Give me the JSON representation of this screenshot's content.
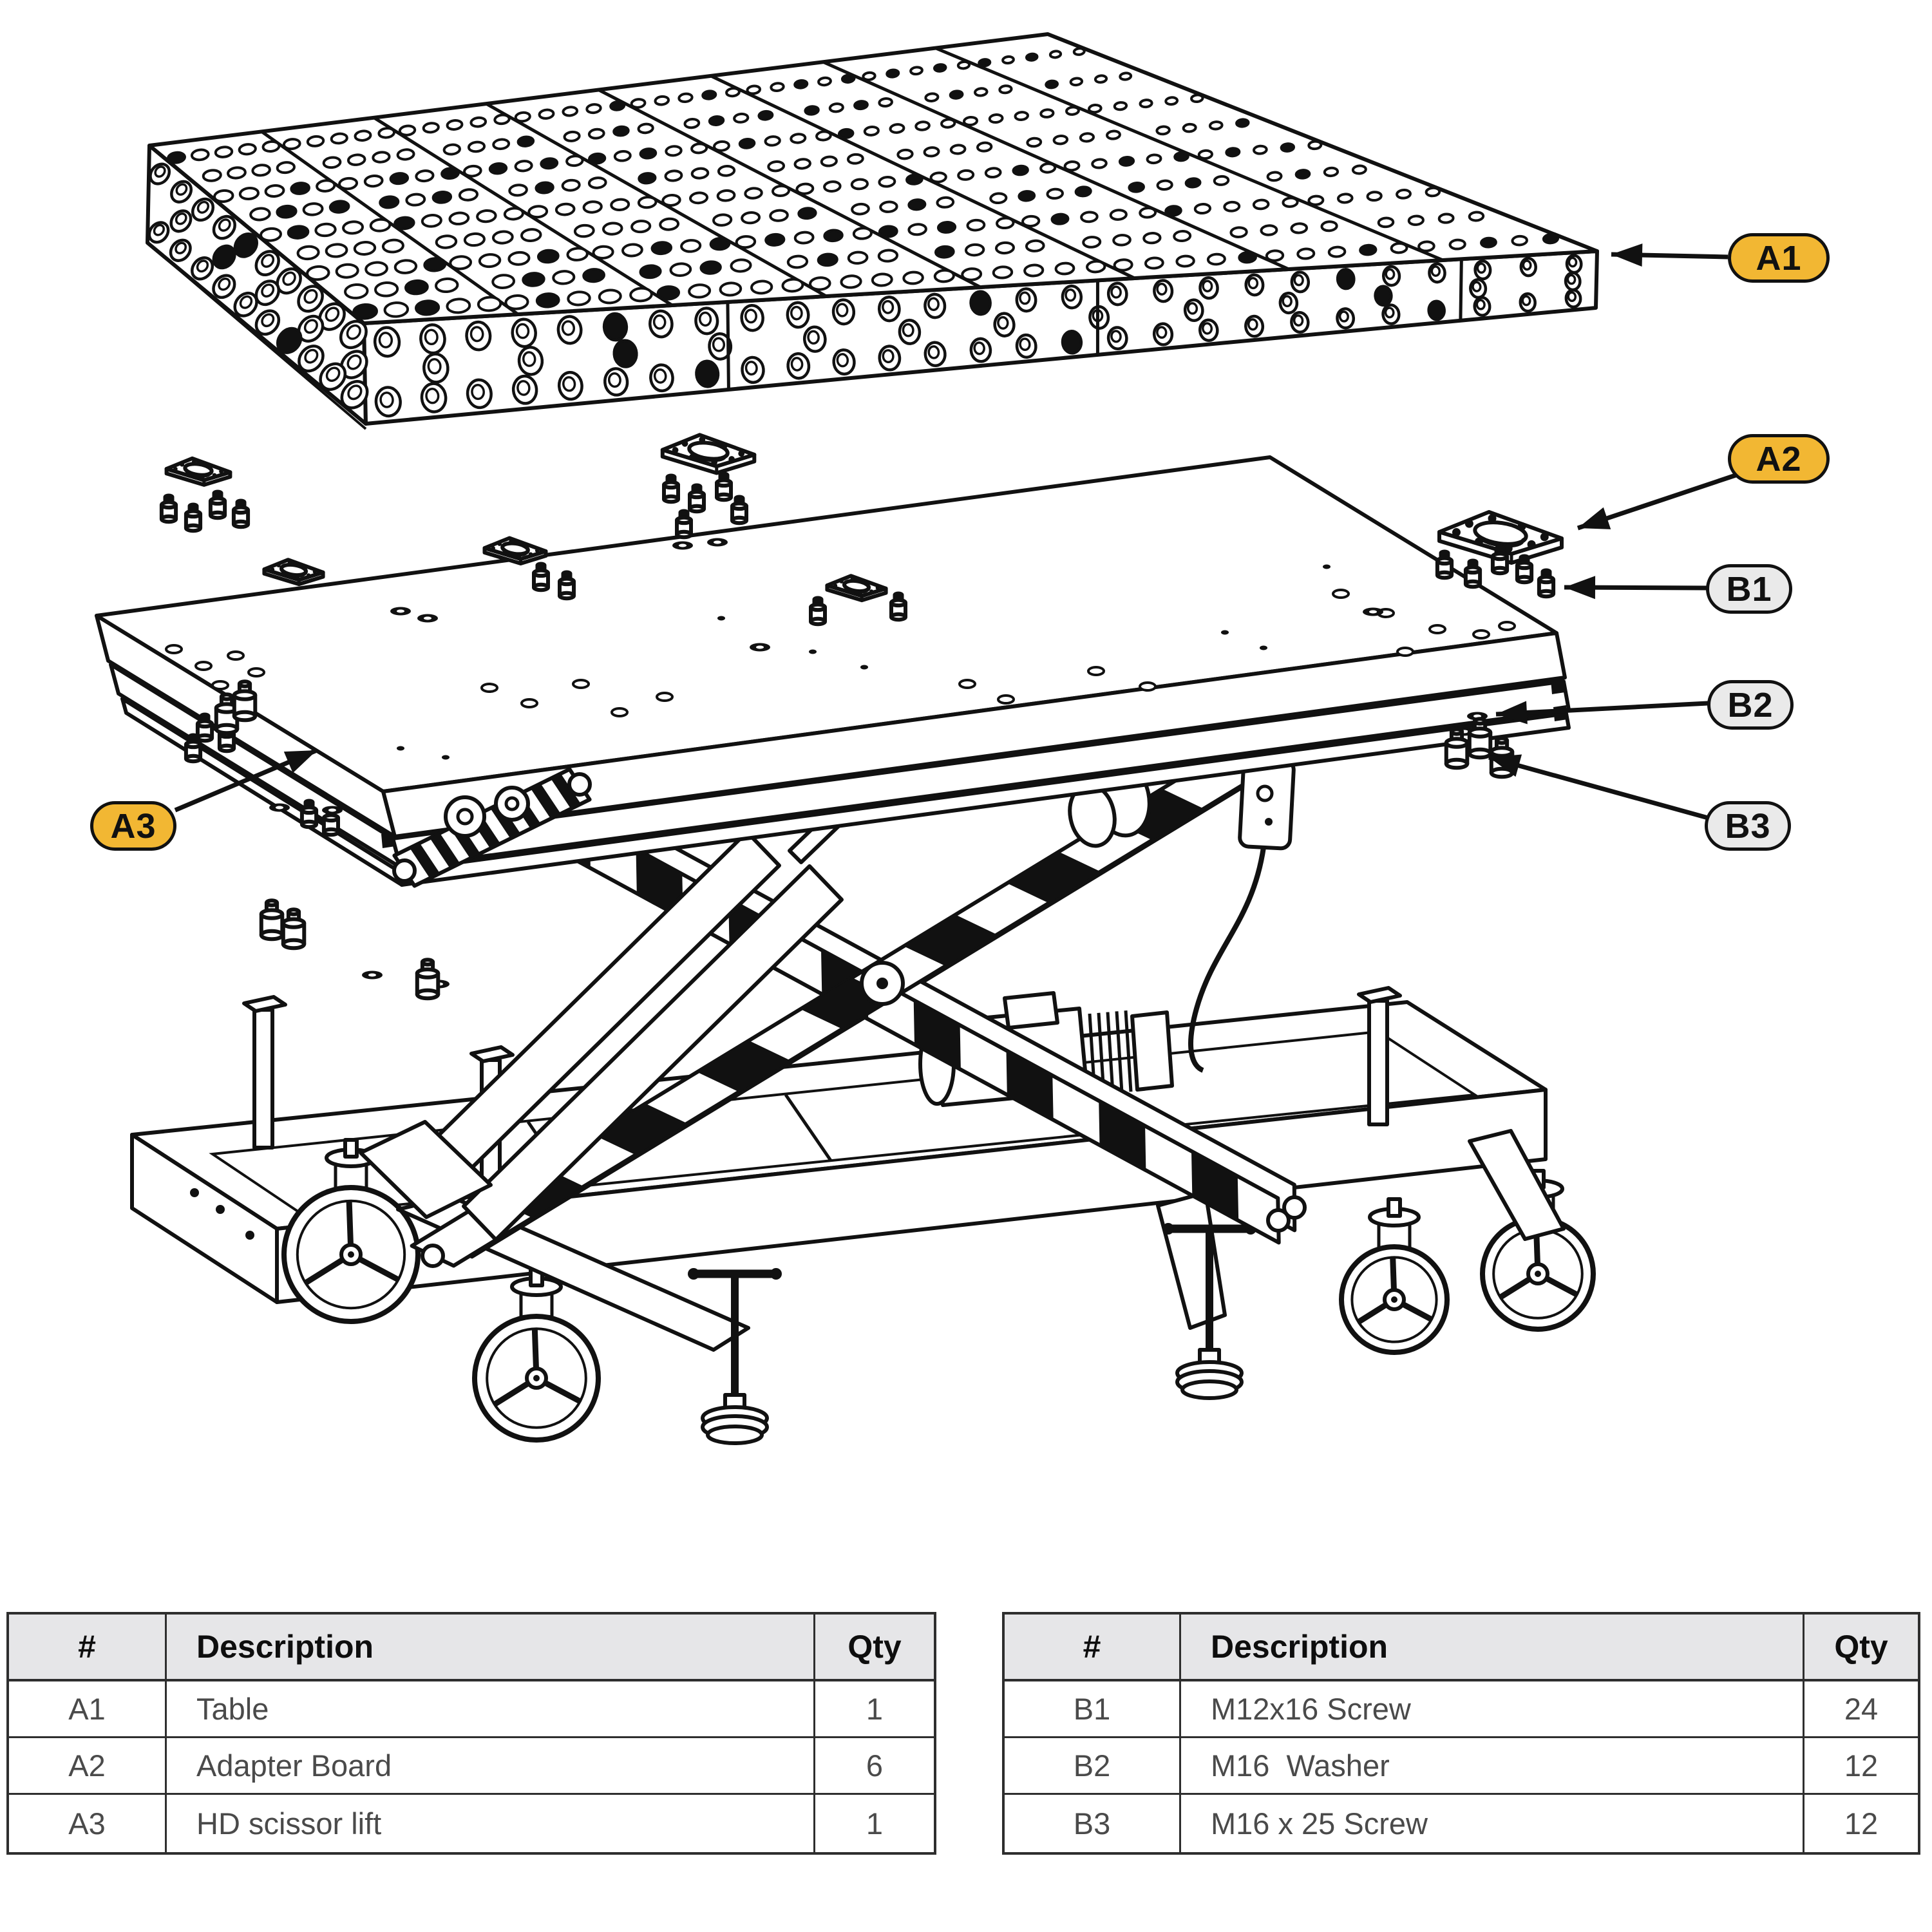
{
  "callouts": {
    "a1": {
      "label": "A1"
    },
    "a2": {
      "label": "A2"
    },
    "a3": {
      "label": "A3"
    },
    "b1": {
      "label": "B1"
    },
    "b2": {
      "label": "B2"
    },
    "b3": {
      "label": "B3"
    }
  },
  "colors": {
    "callout_primary": "#F2B733",
    "callout_secondary": "#EAEAEA",
    "line_art": "#111111",
    "table_header_bg": "#E6E6E8"
  },
  "parts_table_a": {
    "col_num": "#",
    "col_description": "Description",
    "col_qty": "Qty",
    "rows": [
      {
        "num": "A1",
        "description": "Table",
        "qty": "1"
      },
      {
        "num": "A2",
        "description": "Adapter Board",
        "qty": "6"
      },
      {
        "num": "A3",
        "description": "HD scissor lift",
        "qty": "1"
      }
    ]
  },
  "parts_table_b": {
    "col_num": "#",
    "col_description": "Description",
    "col_qty": "Qty",
    "rows": [
      {
        "num": "B1",
        "description": "M12x16 Screw",
        "qty": "24"
      },
      {
        "num": "B2",
        "description": "M16  Washer",
        "qty": "12"
      },
      {
        "num": "B3",
        "description": "M16 x 25 Screw",
        "qty": "12"
      }
    ]
  }
}
